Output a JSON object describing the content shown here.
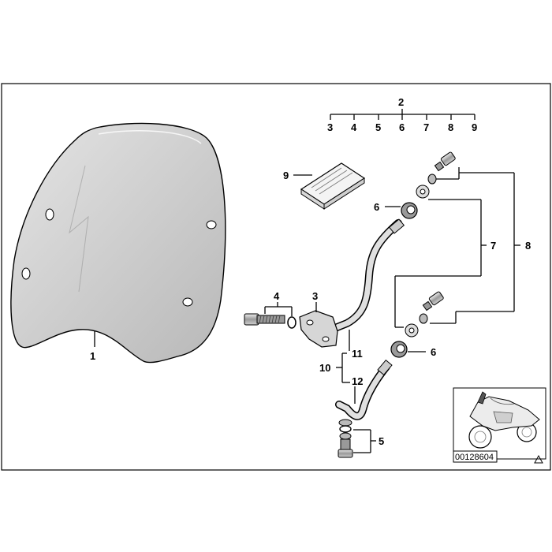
{
  "callouts": {
    "windshield": "1",
    "kit_group": "2",
    "group_members": [
      "3",
      "4",
      "5",
      "6",
      "7",
      "8",
      "9"
    ],
    "manual": "9",
    "upper_spacer": "6",
    "lower_spacer": "6",
    "upper_fasteners": "7",
    "all_fasteners": "8",
    "bolt_set": "4",
    "bracket": "3",
    "rod_pair": "10",
    "upper_rod": "11",
    "lower_rod": "12",
    "lower_bolt_set": "5"
  },
  "reference_number": "00128604",
  "corner_icon": "warning-triangle-icon",
  "colors": {
    "line": "#000000",
    "windshield_fill": "#c9c9c9",
    "part_fill": "#bdbdbd",
    "background": "#ffffff"
  }
}
